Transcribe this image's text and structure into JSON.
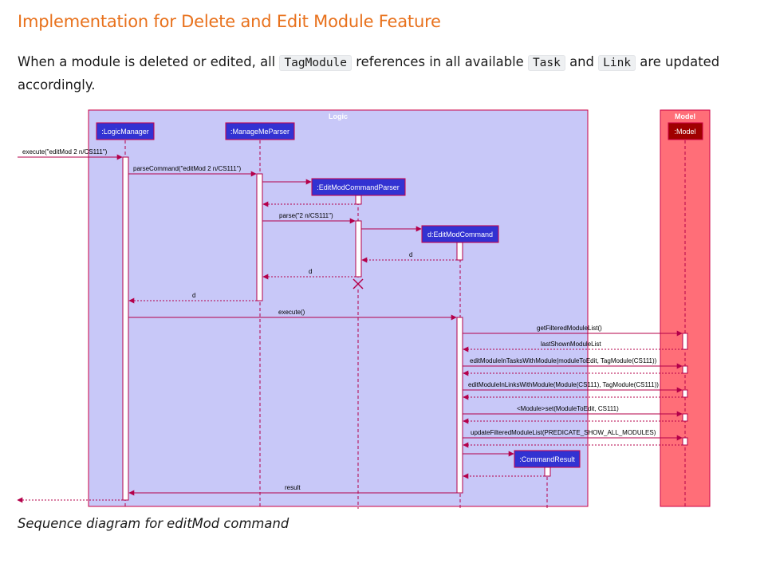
{
  "heading": "Implementation for Delete and Edit Module Feature",
  "intro": {
    "t1": "When a module is deleted or edited, all ",
    "code1": "TagModule",
    "t2": " references in all available ",
    "code2": "Task",
    "t3": " and ",
    "code3": "Link",
    "t4": " are updated accordingly."
  },
  "caption": "Sequence diagram for editMod command",
  "diagram": {
    "logic_title": "Logic",
    "model_title": "Model",
    "participants": {
      "logic_manager": ":LogicManager",
      "parser": ":ManageMeParser",
      "cmd_parser": ":EditModCommandParser",
      "command": "d:EditModCommand",
      "result": ":CommandResult",
      "model": ":Model"
    },
    "messages": {
      "m1": "execute(\"editMod 2 n/CS111\")",
      "m2": "parseCommand(\"editMod 2 n/CS111\")",
      "m3": "parse(\"2 n/CS111\")",
      "m4": "d",
      "m5": "d",
      "m6": "d",
      "m7": "execute()",
      "m8": "getFilteredModuleList()",
      "m9": "lastShownModuleList",
      "m10": "editModuleInTasksWithModule(moduleToEdit, TagModule(CS111))",
      "m11": "editModuleInLinksWithModule(Module(CS111), TagModule(CS111))",
      "m12": "<Module>set(ModuleToEdit, CS111)",
      "m13": "updateFilteredModuleList(PREDICATE_SHOW_ALL_MODULES)",
      "m14": "result"
    },
    "colors": {
      "logic_frame": "#c8c8f8",
      "model_frame": "#ff6e78",
      "participant": "#3232d2",
      "model_participant": "#a00000",
      "arrow": "#b4004a"
    }
  }
}
